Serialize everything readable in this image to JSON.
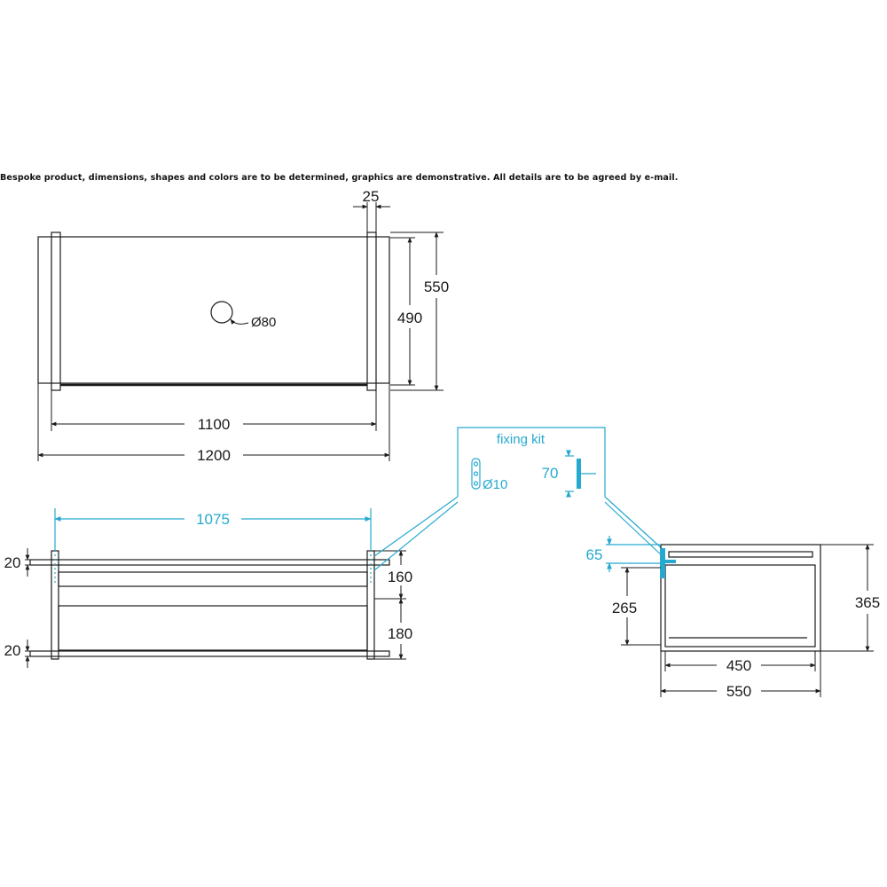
{
  "note": "Bespoke product, dimensions, shapes and colors are to be determined, graphics are demonstrative. All details are to be agreed by e-mail.",
  "top_view": {
    "overall_width": "1200",
    "inner_width": "1100",
    "overall_depth": "550",
    "inner_depth": "490",
    "post_width": "25",
    "hole_diameter": "Ø80"
  },
  "front_view": {
    "spacing": "1075",
    "rail_height_top": "20",
    "rail_height_bottom": "20",
    "upper_gap": "160",
    "lower_gap": "180"
  },
  "fixing_kit": {
    "title": "fixing kit",
    "hole_diameter": "Ø10",
    "bracket_height": "70"
  },
  "side_view": {
    "fixing_offset": "65",
    "inner_height": "265",
    "overall_height": "365",
    "inner_depth": "450",
    "overall_depth": "550"
  },
  "colors": {
    "line": "#1a1a1a",
    "accent": "#26a9cf"
  }
}
